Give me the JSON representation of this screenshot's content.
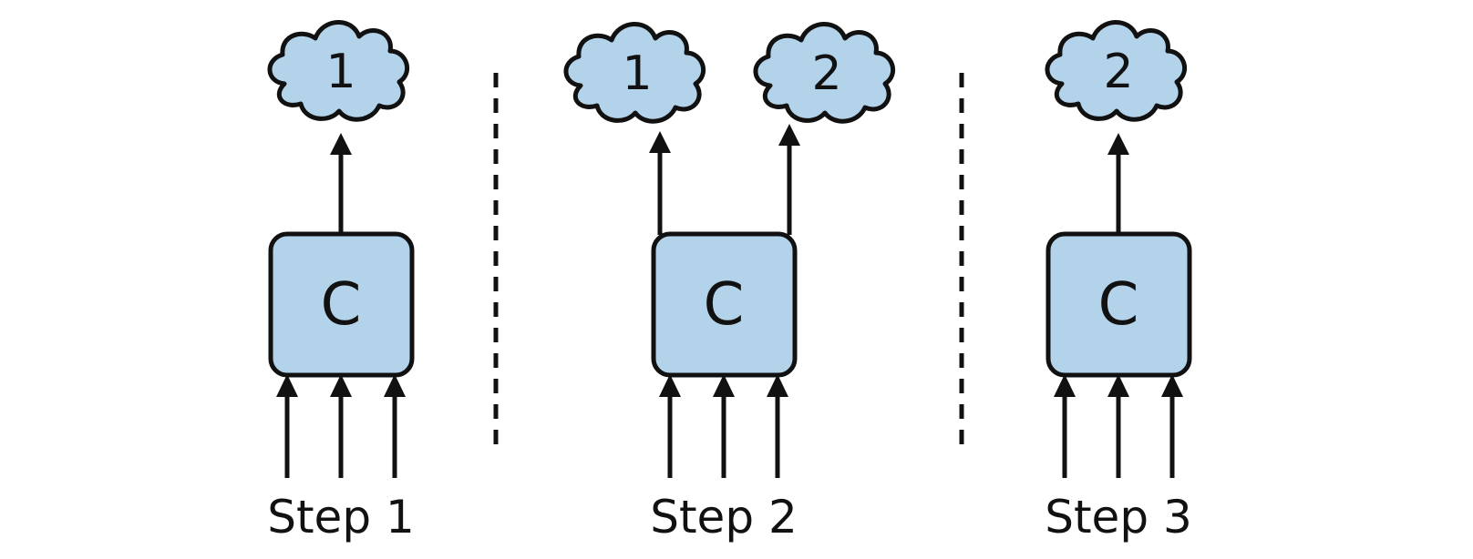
{
  "steps": [
    {
      "label": "Step 1",
      "box_label": "C",
      "clouds": [
        "1"
      ]
    },
    {
      "label": "Step 2",
      "box_label": "C",
      "clouds": [
        "1",
        "2"
      ]
    },
    {
      "label": "Step 3",
      "box_label": "C",
      "clouds": [
        "2"
      ]
    }
  ],
  "colors": {
    "fill": "#b3d3ea",
    "stroke": "#111111"
  }
}
